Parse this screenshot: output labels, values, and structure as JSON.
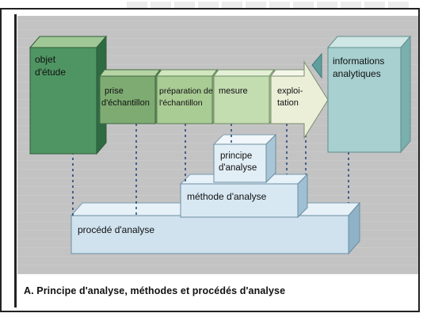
{
  "diagram": {
    "objet": [
      "objet",
      "d'étude"
    ],
    "prise": [
      "prise",
      "d'échantillon"
    ],
    "preparation": [
      "préparation de",
      "l'échantillon"
    ],
    "mesure": "mesure",
    "exploitation": [
      "exploi-",
      "tation"
    ],
    "informations": [
      "informations",
      "analytiques"
    ],
    "principe": [
      "principe",
      "d'analyse"
    ],
    "methode": "méthode d'analyse",
    "procede": "procédé d'analyse"
  },
  "caption": "A. Principe d'analyse, méthodes et procédés d'analyse",
  "colors": {
    "dark_green": "#4f9563",
    "mid_green": "#7dab72",
    "light_green": "#c3dcb0",
    "pale": "#ebefd8",
    "teal": "#a8d0d0",
    "blue": "#d6e6f0"
  }
}
